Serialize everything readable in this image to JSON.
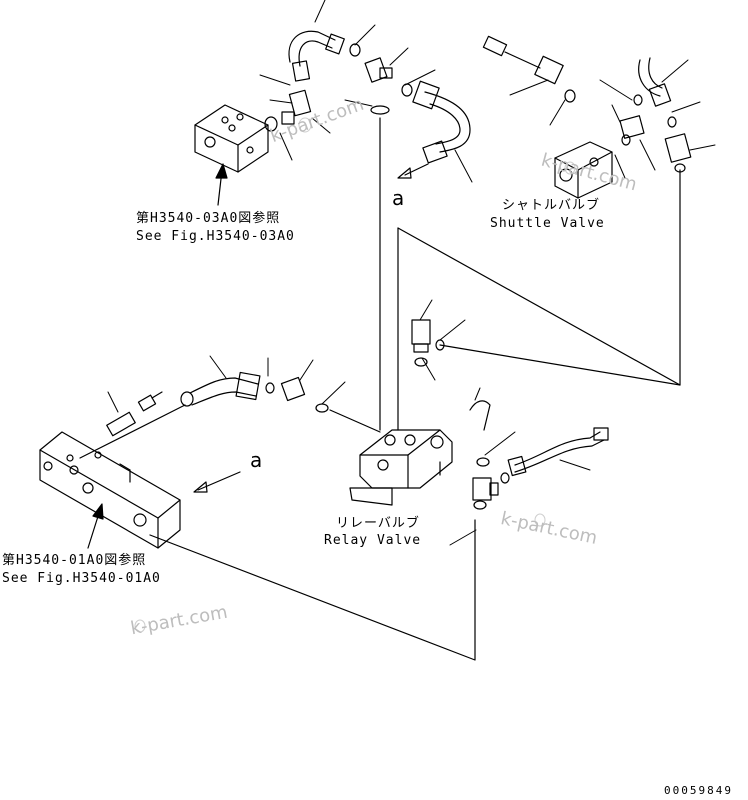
{
  "labels": {
    "fig_ref_upper_jp": "第H3540-03A0図参照",
    "fig_ref_upper_en": "See Fig.H3540-03A0",
    "shuttle_jp": "シャトルバルブ",
    "shuttle_en": "Shuttle Valve",
    "relay_jp": "リレーバルブ",
    "relay_en": "Relay Valve",
    "fig_ref_lower_jp": "第H3540-01A0図参照",
    "fig_ref_lower_en": "See Fig.H3540-01A0",
    "arrow_letter_upper": "a",
    "arrow_letter_lower": "a"
  },
  "watermarks": [
    "k-part.com",
    "k-part.com",
    "k-part.com",
    "k-part.com"
  ],
  "doc_number": "00059849",
  "colors": {
    "line": "#000000",
    "watermark": "#bdbdbd",
    "background": "#ffffff"
  }
}
